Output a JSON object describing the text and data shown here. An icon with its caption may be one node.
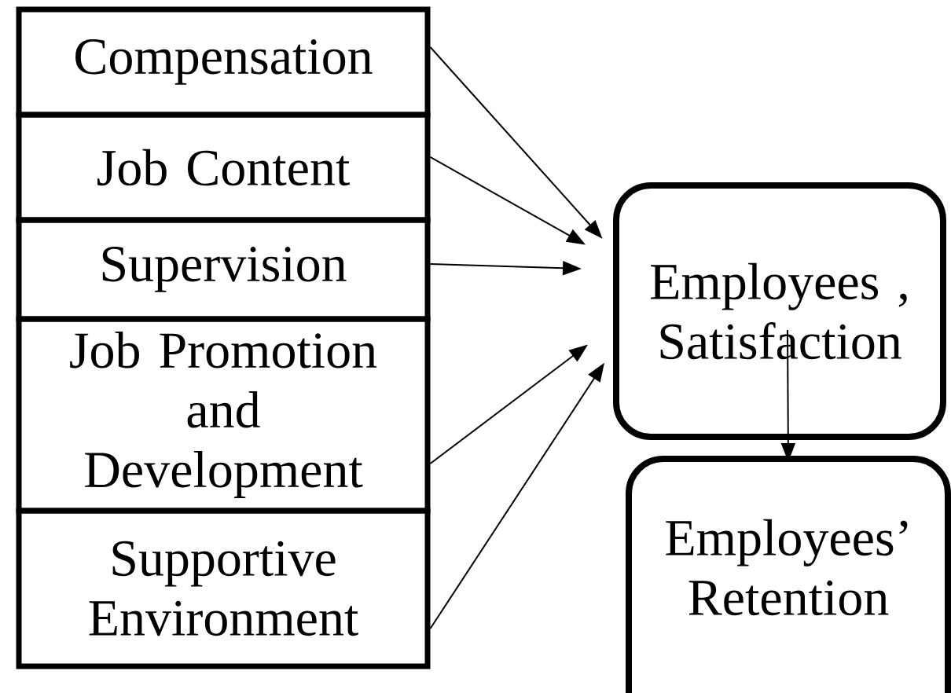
{
  "diagram": {
    "nodes": [
      {
        "text": [
          "Compensation"
        ]
      },
      {
        "text": [
          "Job Content"
        ]
      },
      {
        "text": [
          "Supervision"
        ]
      },
      {
        "text": [
          "Job Promotion and Development"
        ]
      },
      {
        "text": [
          "Supportive Environment"
        ]
      },
      {
        "text": [
          "Employees , Satisfaction"
        ]
      },
      {
        "text": [
          "Employees’ Retention"
        ]
      }
    ],
    "edges": [
      {
        "from": 0,
        "to": 5,
        "arrow": "to"
      },
      {
        "from": 1,
        "to": 5,
        "arrow": "to"
      },
      {
        "from": 2,
        "to": 5,
        "arrow": "to"
      },
      {
        "from": 3,
        "to": 5,
        "arrow": "to"
      },
      {
        "from": 4,
        "to": 5,
        "arrow": "to"
      },
      {
        "from": 5,
        "to": 6,
        "arrow": "to"
      }
    ]
  }
}
